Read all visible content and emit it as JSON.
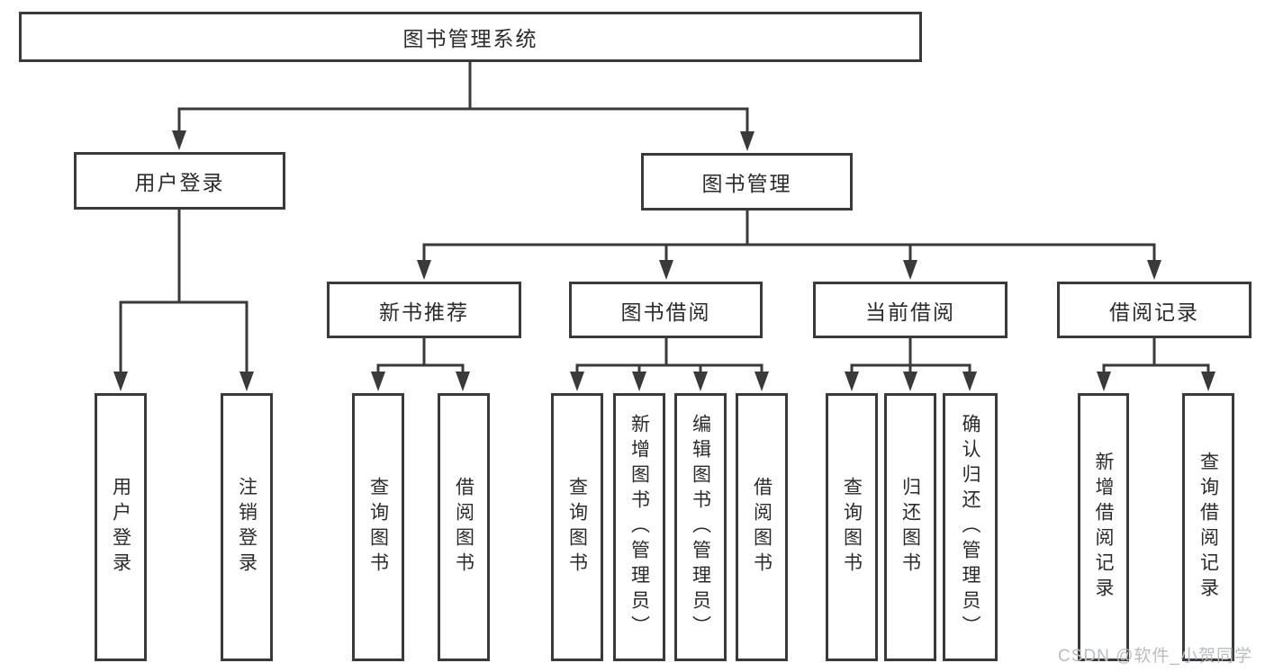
{
  "page": {
    "watermark": "CSDN @软件_小贺同学"
  },
  "diagram": {
    "type": "hierarchy-tree",
    "colors": {
      "line": "#3a3a3a",
      "text": "#2b2b2b",
      "box_background": "#ffffff",
      "watermark": "#b9bdc1"
    },
    "root": {
      "label": "图书管理系统"
    },
    "level2": [
      {
        "label": "用户登录"
      },
      {
        "label": "图书管理"
      }
    ],
    "level3": [
      {
        "label": "新书推荐",
        "parent": "图书管理"
      },
      {
        "label": "图书借阅",
        "parent": "图书管理"
      },
      {
        "label": "当前借阅",
        "parent": "图书管理"
      },
      {
        "label": "借阅记录",
        "parent": "图书管理"
      }
    ],
    "leaves": [
      {
        "label": "用户登录",
        "parent": "用户登录"
      },
      {
        "label": "注销登录",
        "parent": "用户登录"
      },
      {
        "label": "查询图书",
        "parent": "新书推荐"
      },
      {
        "label": "借阅图书",
        "parent": "新书推荐"
      },
      {
        "label": "查询图书",
        "parent": "图书借阅"
      },
      {
        "label": "新增图书（管理员）",
        "parent": "图书借阅"
      },
      {
        "label": "编辑图书（管理员）",
        "parent": "图书借阅"
      },
      {
        "label": "借阅图书",
        "parent": "图书借阅"
      },
      {
        "label": "查询图书",
        "parent": "当前借阅"
      },
      {
        "label": "归还图书",
        "parent": "当前借阅"
      },
      {
        "label": "确认归还（管理员）",
        "parent": "当前借阅"
      },
      {
        "label": "新增借阅记录",
        "parent": "借阅记录"
      },
      {
        "label": "查询借阅记录",
        "parent": "借阅记录"
      }
    ]
  }
}
